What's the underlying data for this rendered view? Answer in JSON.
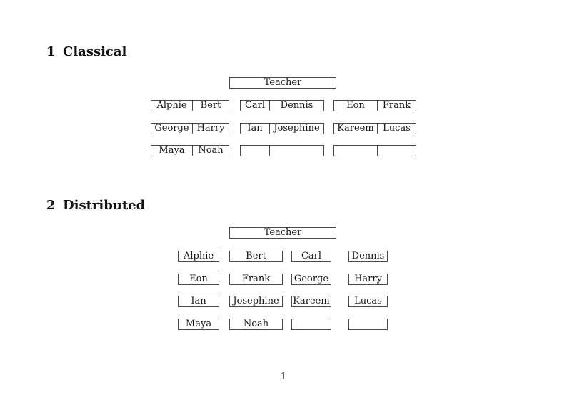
{
  "page": {
    "background_color": "#ffffff",
    "text_color": "#111111",
    "border_color": "#4a4a4a",
    "page_number": "1"
  },
  "sections": [
    {
      "number": "1",
      "title": "Classical"
    },
    {
      "number": "2",
      "title": "Distributed"
    }
  ],
  "classical": {
    "teacher_label": "Teacher",
    "rows": [
      {
        "pairs": [
          {
            "left": "Alphie",
            "right": "Bert"
          },
          {
            "left": "Carl",
            "right": "Dennis"
          },
          {
            "left": "Eon",
            "right": "Frank"
          }
        ]
      },
      {
        "pairs": [
          {
            "left": "George",
            "right": "Harry"
          },
          {
            "left": "Ian",
            "right": "Josephine"
          },
          {
            "left": "Kareem",
            "right": "Lucas"
          }
        ]
      },
      {
        "pairs": [
          {
            "left": "Maya",
            "right": "Noah"
          },
          {
            "left": "",
            "right": ""
          },
          {
            "left": "",
            "right": ""
          }
        ]
      }
    ]
  },
  "distributed": {
    "teacher_label": "Teacher",
    "rows": [
      [
        "Alphie",
        "Bert",
        "Carl",
        "Dennis"
      ],
      [
        "Eon",
        "Frank",
        "George",
        "Harry"
      ],
      [
        "Ian",
        "Josephine",
        "Kareem",
        "Lucas"
      ],
      [
        "Maya",
        "Noah",
        "",
        ""
      ]
    ]
  }
}
